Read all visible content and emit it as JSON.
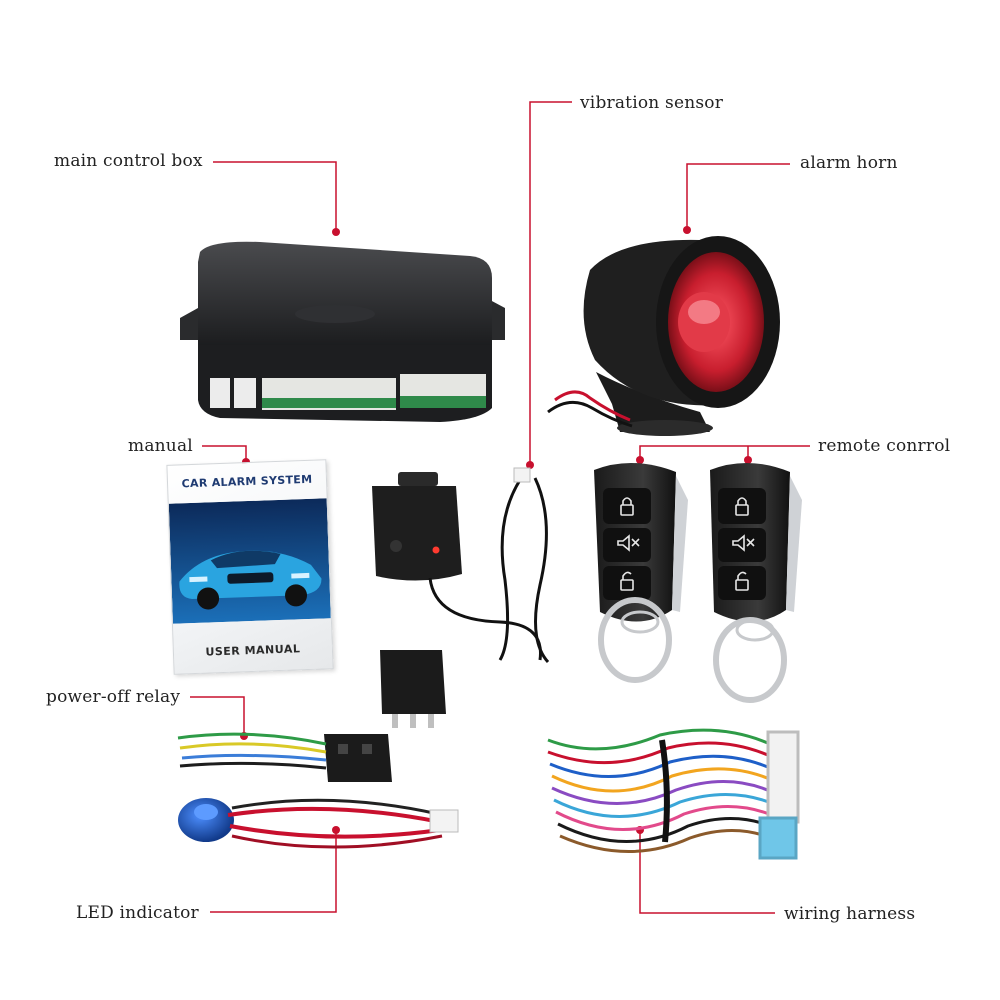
{
  "labels": {
    "main_control_box": "main control box",
    "vibration_sensor": "vibration sensor",
    "alarm_horn": "alarm horn",
    "manual": "manual",
    "remote_control": "remote conrrol",
    "power_off_relay": "power-off relay",
    "led_indicator": "LED indicator",
    "wiring_harness": "wiring harness"
  },
  "manual_cover": {
    "title": "CAR ALARM SYSTEM",
    "footer": "USER MANUAL"
  },
  "colors": {
    "leader_line": "#c8102e",
    "horn_red": "#d42a3a",
    "box_black": "#2a2b2d",
    "led_blue": "#1e5fc8"
  },
  "icons": [
    "lock-icon",
    "mute-icon",
    "unlock-icon"
  ]
}
